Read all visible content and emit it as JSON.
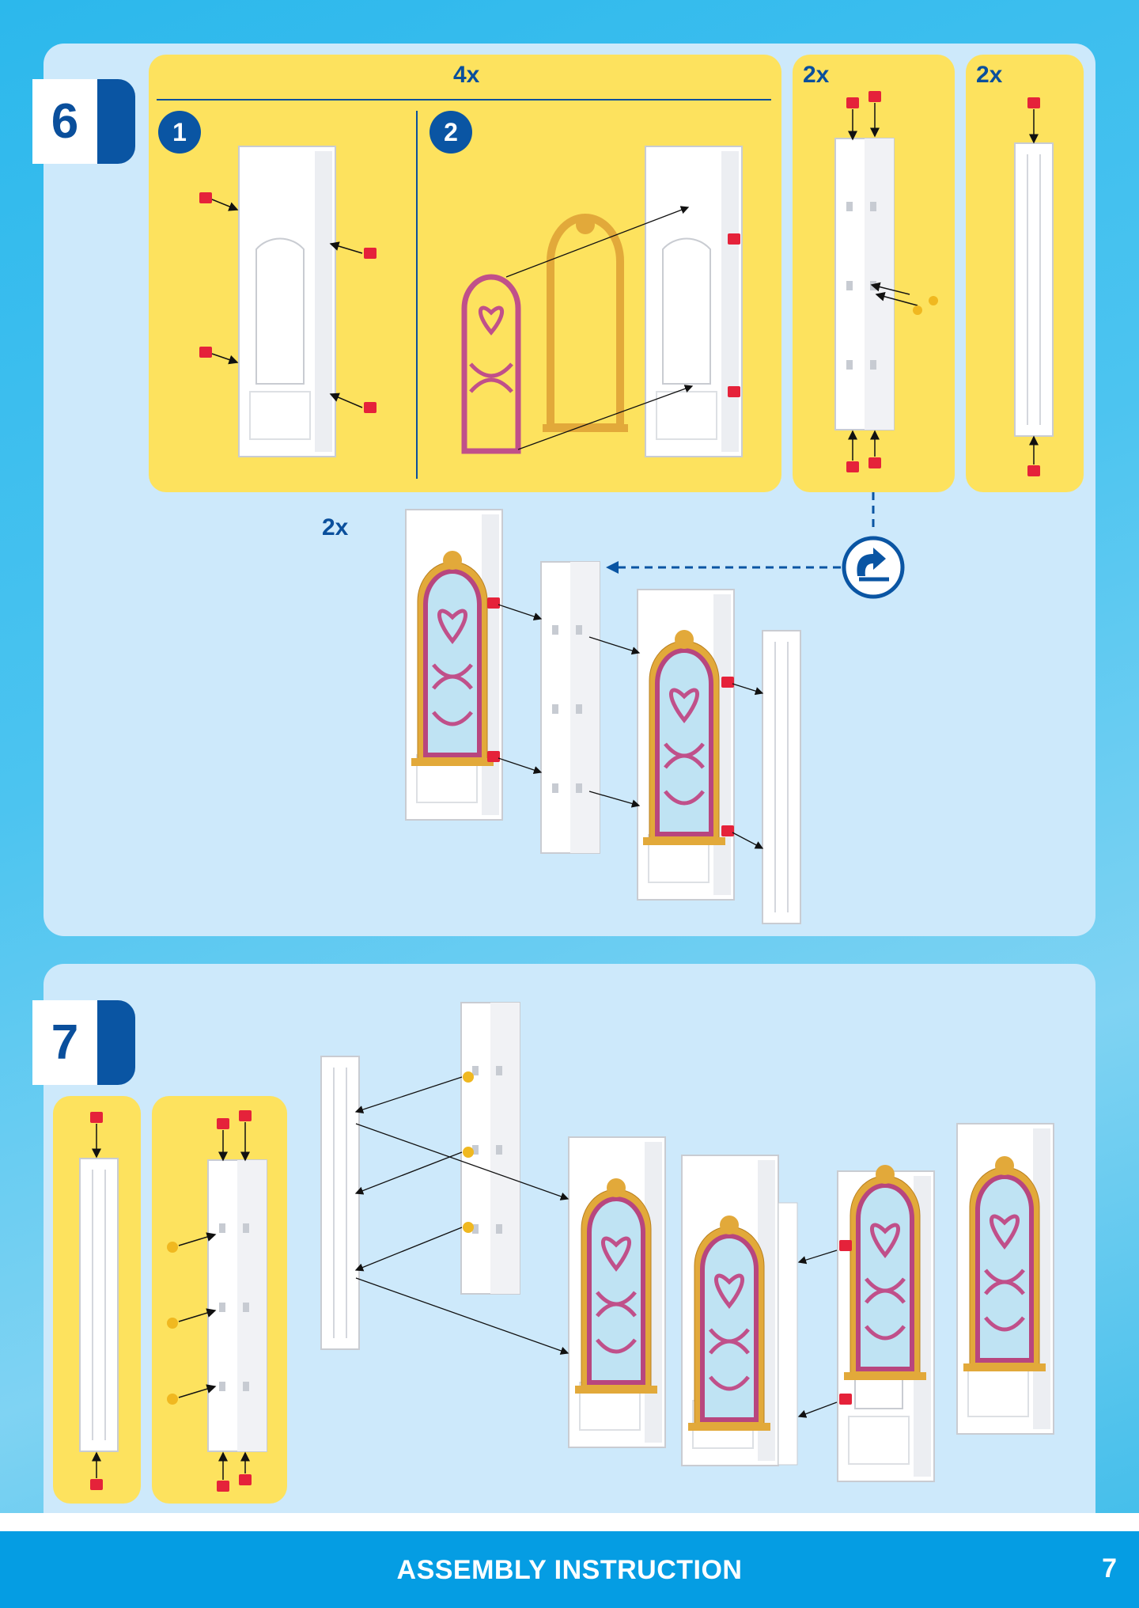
{
  "steps": [
    {
      "number": "6",
      "multipliers": {
        "subassembly": "4x",
        "column": "2x",
        "pilaster": "2x",
        "assembly": "2x"
      },
      "substeps": [
        "1",
        "2"
      ]
    },
    {
      "number": "7"
    }
  ],
  "footer": {
    "title": "ASSEMBLY INSTRUCTION",
    "page_number": "7"
  },
  "colors": {
    "panel": "#cde9fb",
    "yellow": "#fde25e",
    "blue": "#0a55a3",
    "footer": "#059de3"
  },
  "icons": [
    "rotate-icon",
    "arrow-icon",
    "clip-icon"
  ]
}
